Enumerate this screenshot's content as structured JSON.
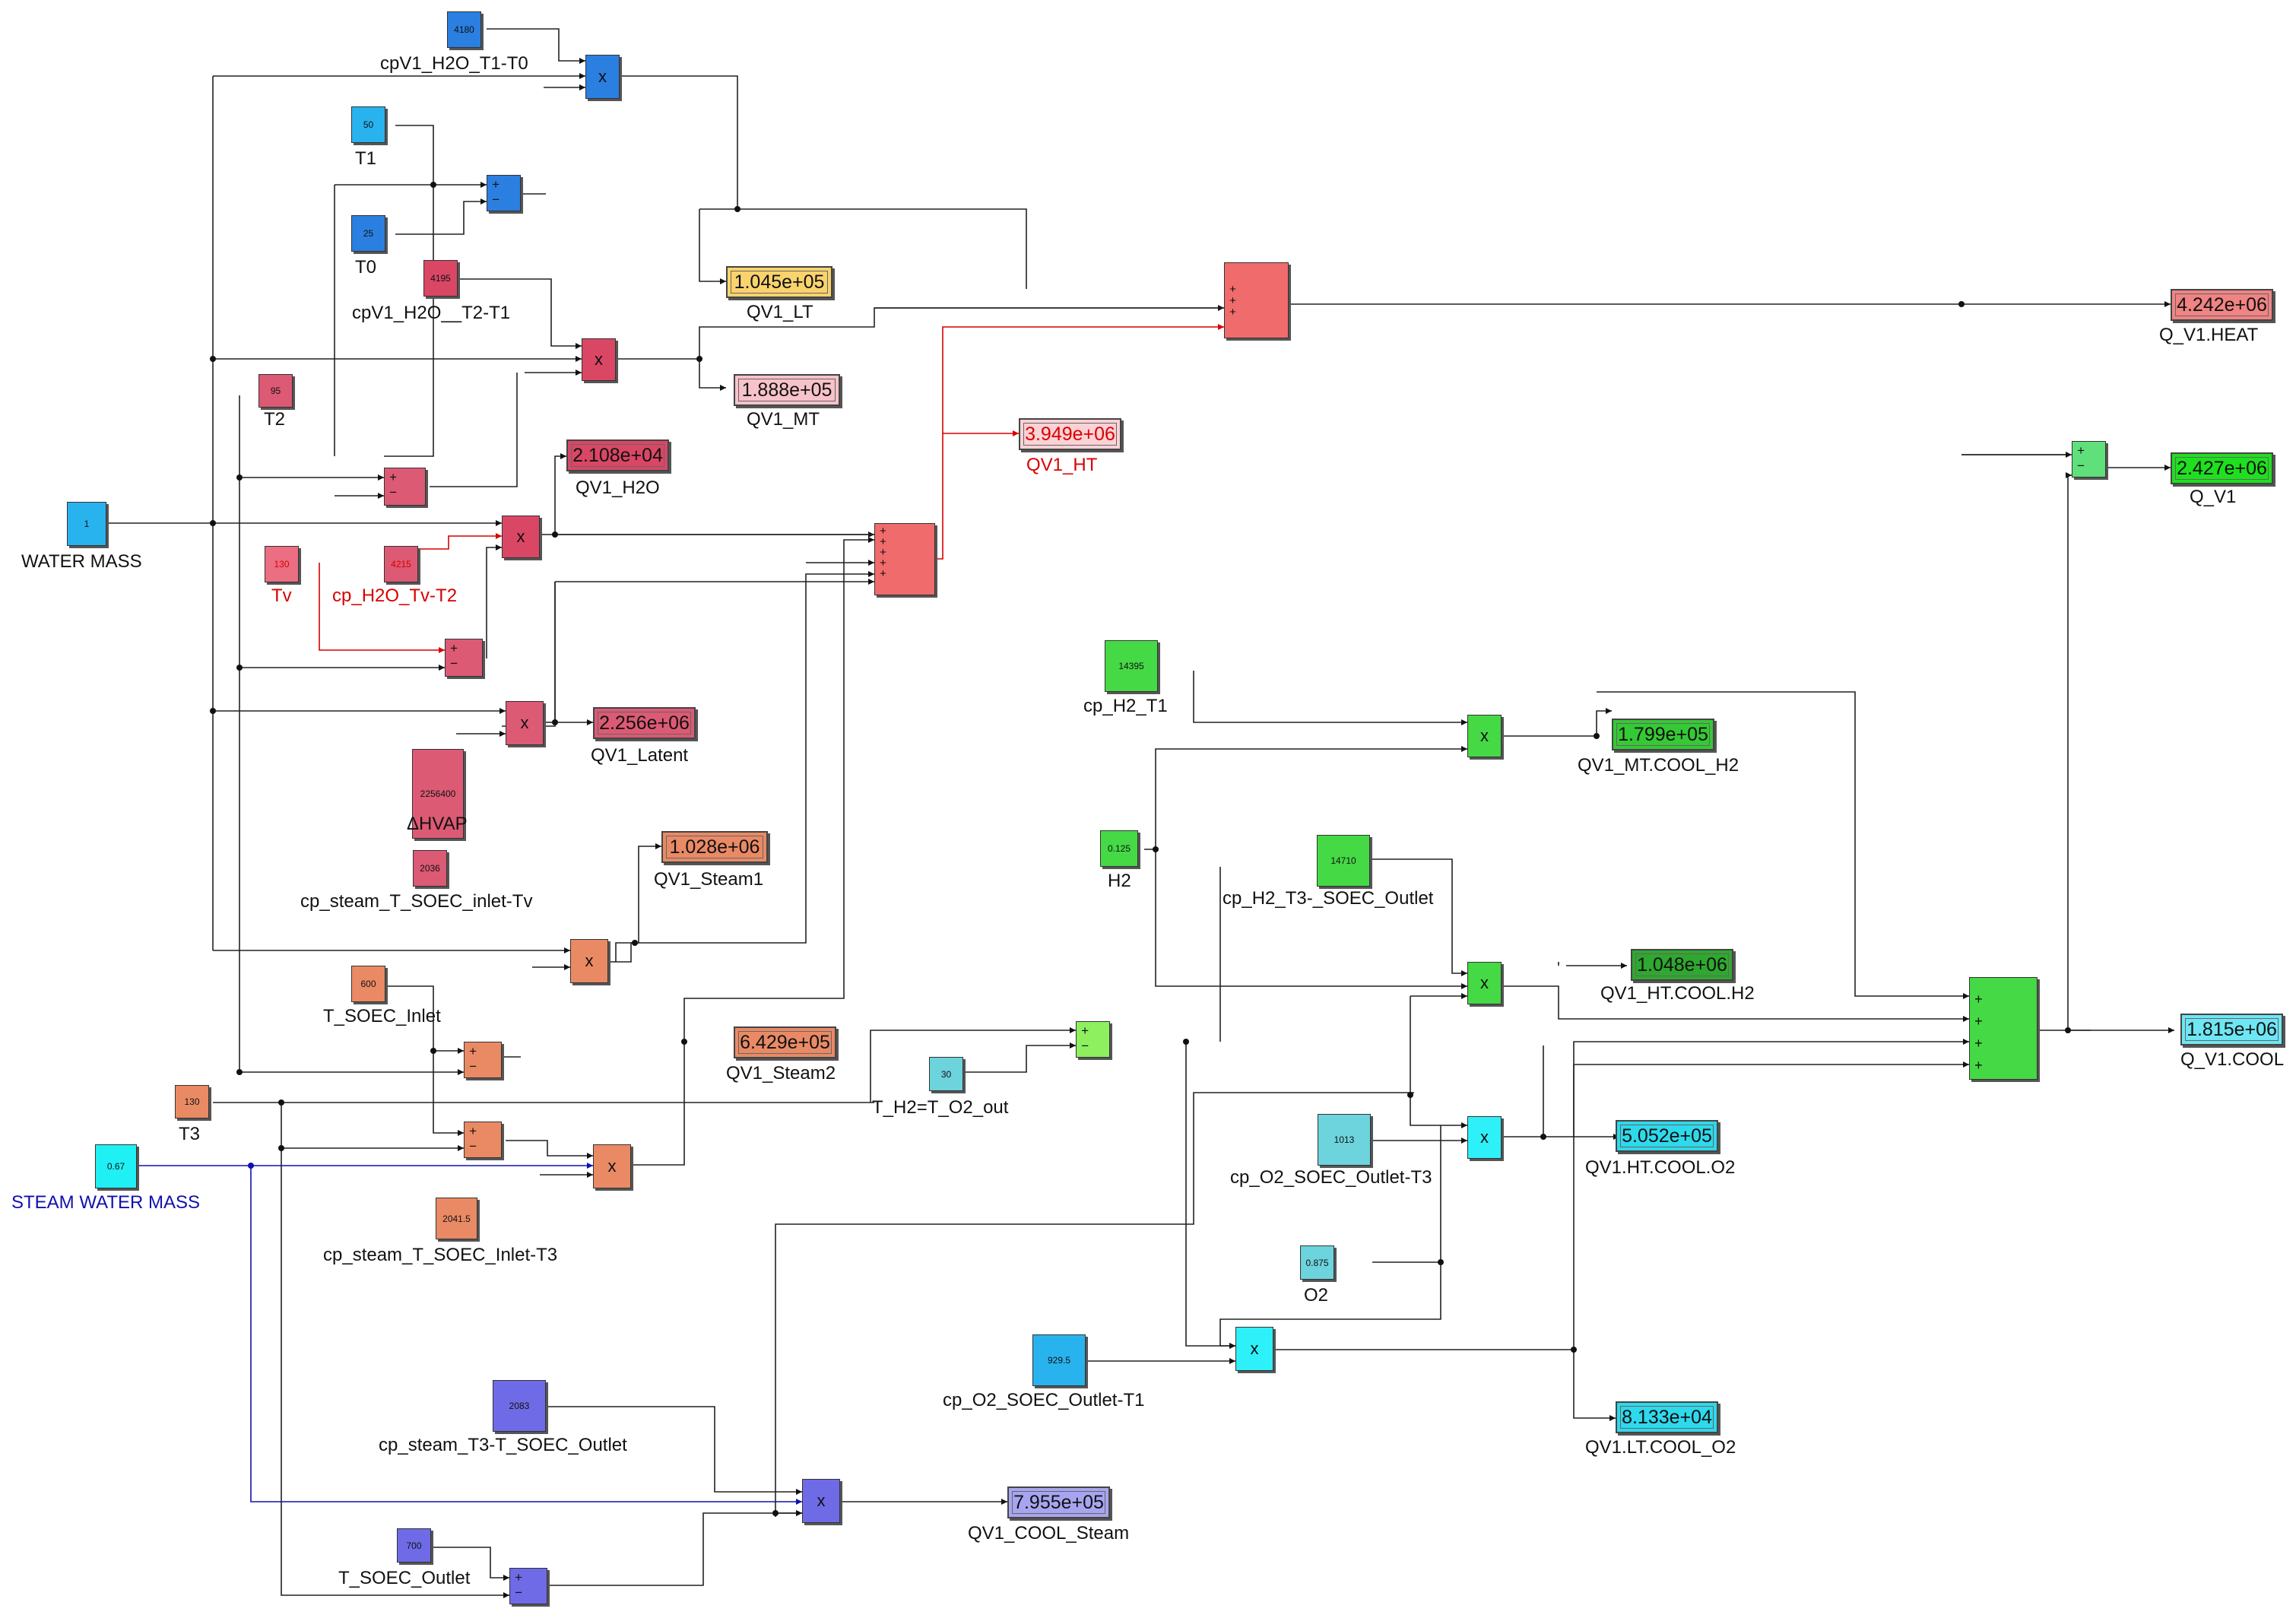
{
  "constants": [
    {
      "id": "cpV1_H2O_T1_T0",
      "value": "4180",
      "label": "cpV1_H2O_T1-T0",
      "color": "#2a7fe0"
    },
    {
      "id": "T1",
      "value": "50",
      "label": "T1",
      "color": "#29b3ee"
    },
    {
      "id": "T0",
      "value": "25",
      "label": "T0",
      "color": "#2a7fe0"
    },
    {
      "id": "cpV1_H2O_T2_T1",
      "value": "4195",
      "label": "cpV1_H2O__T2-T1",
      "color": "#d94765"
    },
    {
      "id": "T2",
      "value": "95",
      "label": "T2",
      "color": "#dc5a74"
    },
    {
      "id": "water_mass",
      "value": "1",
      "label": "WATER MASS",
      "color": "#29b3ee"
    },
    {
      "id": "Tv",
      "value": "130",
      "label": "Tv",
      "color": "#ec6e82"
    },
    {
      "id": "cp_H2O_Tv_T2",
      "value": "4215",
      "label": "cp_H2O_Tv-T2",
      "color": "#dc5a74"
    },
    {
      "id": "dHVAP",
      "value": "2256400",
      "label": "ΔHVAP",
      "color": "#dc5a74"
    },
    {
      "id": "cp_steam_inlet_Tv",
      "value": "2036",
      "label": "cp_steam_T_SOEC_inlet-Tv",
      "color": "#dc5a74"
    },
    {
      "id": "T_SOEC_Inlet",
      "value": "600",
      "label": "T_SOEC_Inlet",
      "color": "#e98a65"
    },
    {
      "id": "T3",
      "value": "130",
      "label": "T3",
      "color": "#e98a65"
    },
    {
      "id": "steam_water_mass",
      "value": "0.67",
      "label": "STEAM WATER MASS",
      "color": "#1ff0f4"
    },
    {
      "id": "cp_steam_inlet_T3",
      "value": "2041.5",
      "label": "cp_steam_T_SOEC_Inlet-T3",
      "color": "#e98a65"
    },
    {
      "id": "T_H2_O2_out",
      "value": "30",
      "label": "T_H2=T_O2_out",
      "color": "#6dd3dc"
    },
    {
      "id": "cp_steam_T3_outlet",
      "value": "2083",
      "label": "cp_steam_T3-T_SOEC_Outlet",
      "color": "#6f6be6"
    },
    {
      "id": "T_SOEC_Outlet",
      "value": "700",
      "label": "T_SOEC_Outlet",
      "color": "#6f6be6"
    },
    {
      "id": "cp_H2_T1",
      "value": "14395",
      "label": "cp_H2_T1",
      "color": "#45d945"
    },
    {
      "id": "H2",
      "value": "0.125",
      "label": "H2",
      "color": "#45d945"
    },
    {
      "id": "cp_H2_T3_outlet",
      "value": "14710",
      "label": "cp_H2_T3-_SOEC_Outlet",
      "color": "#45d945"
    },
    {
      "id": "cp_O2_outlet_T3",
      "value": "1013",
      "label": "cp_O2_SOEC_Outlet-T3",
      "color": "#6dd3dc"
    },
    {
      "id": "O2",
      "value": "0.875",
      "label": "O2",
      "color": "#6dd3dc"
    },
    {
      "id": "cp_O2_outlet_T1",
      "value": "929.5",
      "label": "cp_O2_SOEC_Outlet-T1",
      "color": "#29b3ee"
    }
  ],
  "displays": [
    {
      "id": "QV1_LT",
      "value": "1.045e+05",
      "label": "QV1_LT",
      "color": "#f9d36e"
    },
    {
      "id": "QV1_MT",
      "value": "1.888e+05",
      "label": "QV1_MT",
      "color": "#f7c2ca"
    },
    {
      "id": "QV1_HT",
      "value": "3.949e+06",
      "label": "QV1_HT",
      "color": "#fbd2d6"
    },
    {
      "id": "QV1_H2O",
      "value": "2.108e+04",
      "label": "QV1_H2O",
      "color": "#d94765"
    },
    {
      "id": "QV1_Latent",
      "value": "2.256e+06",
      "label": "QV1_Latent",
      "color": "#dc5a74"
    },
    {
      "id": "QV1_Steam1",
      "value": "1.028e+06",
      "label": "QV1_Steam1",
      "color": "#e98a65"
    },
    {
      "id": "QV1_Steam2",
      "value": "6.429e+05",
      "label": "QV1_Steam2",
      "color": "#e98a65"
    },
    {
      "id": "QV1_COOL_Steam",
      "value": "7.955e+05",
      "label": "QV1_COOL_Steam",
      "color": "#a8a5f0"
    },
    {
      "id": "Q_V1_HEAT",
      "value": "4.242e+06",
      "label": "Q_V1.HEAT",
      "color": "#f08383"
    },
    {
      "id": "Q_V1",
      "value": "2.427e+06",
      "label": "Q_V1",
      "color": "#1fe01f"
    },
    {
      "id": "QV1_MT_COOL_H2",
      "value": "1.799e+05",
      "label": "QV1_MT.COOL_H2",
      "color": "#35c935"
    },
    {
      "id": "QV1_HT_COOL_H2",
      "value": "1.048e+06",
      "label": "QV1_HT.COOL.H2",
      "color": "#2fa82f"
    },
    {
      "id": "QV1_HT_COOL_O2",
      "value": "5.052e+05",
      "label": "QV1.HT.COOL.O2",
      "color": "#2ed9ec"
    },
    {
      "id": "QV1_LT_COOL_O2",
      "value": "8.133e+04",
      "label": "QV1.LT.COOL_O2",
      "color": "#2ed9ec"
    },
    {
      "id": "Q_V1_COOL",
      "value": "1.815e+06",
      "label": "Q_V1.COOL",
      "color": "#6ee6f4"
    }
  ],
  "operators": {
    "mult": "x",
    "sum2": "+\n−",
    "sum3": "+\n+\n+",
    "sum4": "+\n+\n+\n+",
    "sum5": "+\n+\n+\n+\n+"
  }
}
